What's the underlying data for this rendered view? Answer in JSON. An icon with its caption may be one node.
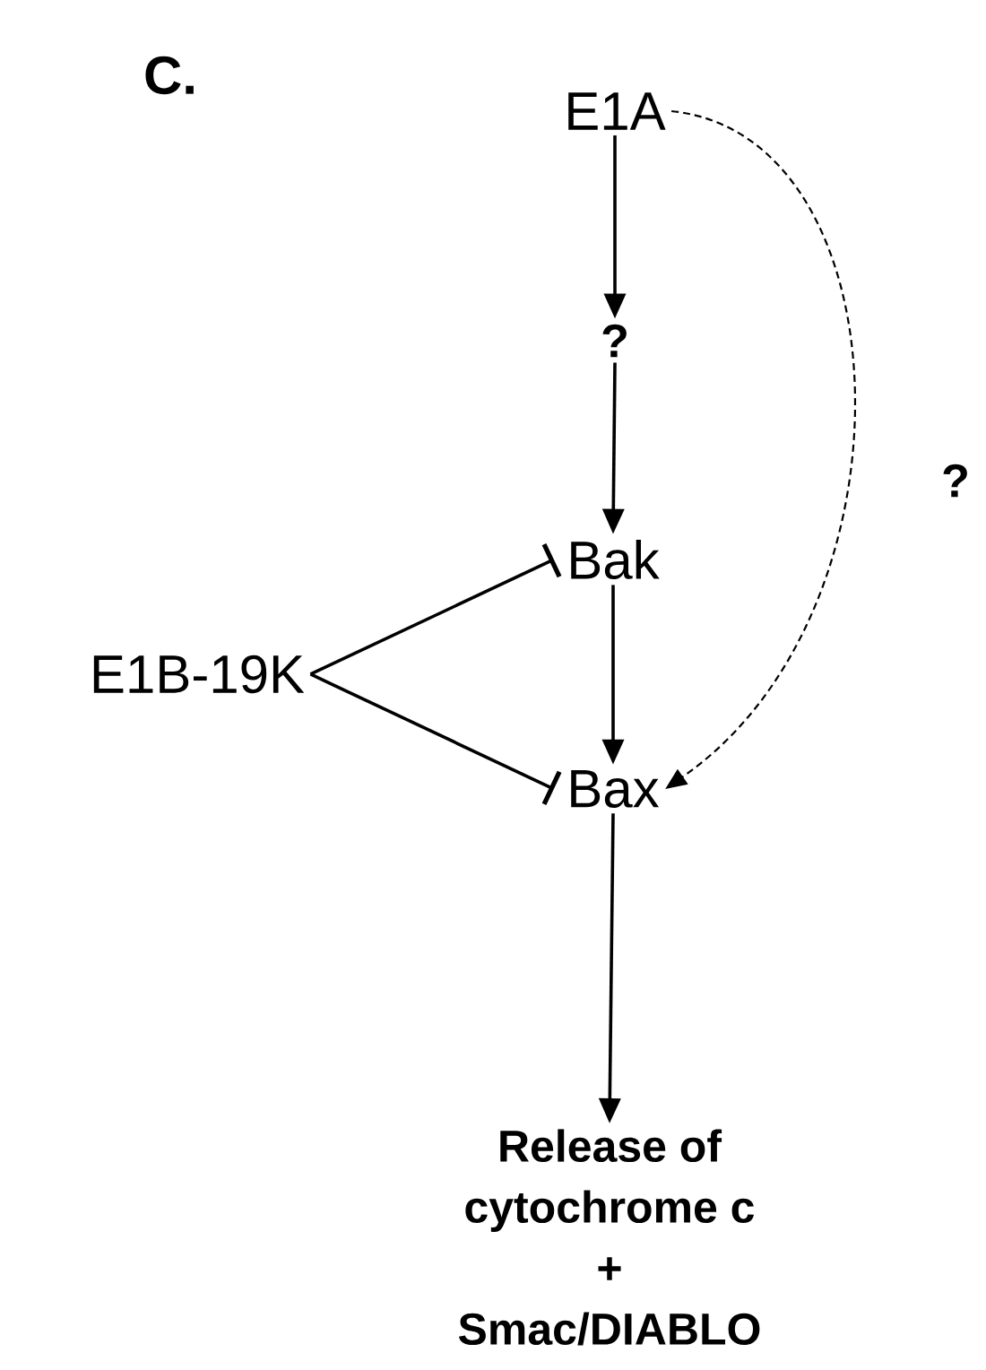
{
  "diagram": {
    "nodes": [
      {
        "text": [
          "E1A"
        ]
      },
      {
        "text": [
          "?"
        ]
      },
      {
        "text": [
          "Bak"
        ]
      },
      {
        "text": [
          "E1B-19K"
        ]
      },
      {
        "text": [
          "Bax"
        ]
      },
      {
        "text": [
          "Release of cytochrome c + Smac/DIABLO"
        ]
      }
    ],
    "edges": [
      {
        "from": 0,
        "to": 1,
        "arrow": "to"
      },
      {
        "from": 1,
        "to": 2,
        "arrow": "to"
      },
      {
        "from": 2,
        "to": 4,
        "arrow": "to"
      },
      {
        "from": 3,
        "to": 2,
        "arrow": "other"
      },
      {
        "from": 3,
        "to": 4,
        "arrow": "other"
      },
      {
        "from": 4,
        "to": 5,
        "arrow": "to"
      },
      {
        "from": 0,
        "to": 4,
        "arrow": "to",
        "style": "dashed",
        "label": "?"
      }
    ],
    "labels": [
      "C."
    ]
  }
}
